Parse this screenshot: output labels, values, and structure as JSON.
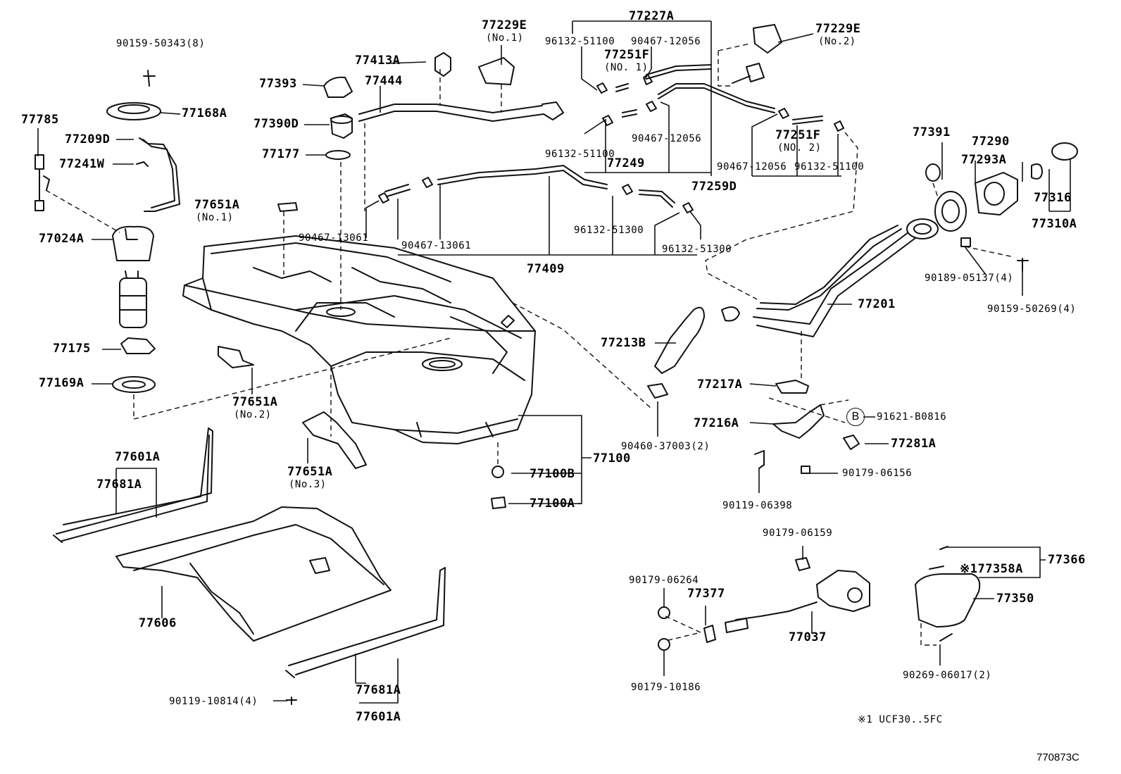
{
  "diagram_id": "770873C",
  "footnote": "※1 UCF30..5FC",
  "circle_marker": "B",
  "parts": {
    "p90159_50343": "90159-50343(8)",
    "p77168A": "77168A",
    "p77785": "77785",
    "p77209D": "77209D",
    "p77241W": "77241W",
    "p77024A": "77024A",
    "p77175": "77175",
    "p77169A": "77169A",
    "p77393": "77393",
    "p77390D": "77390D",
    "p77177": "77177",
    "p77444": "77444",
    "p77413A": "77413A",
    "p77229E_1": "77229E",
    "p77229E_1_sub": "(No.1)",
    "p77227A": "77227A",
    "p96132_51100_a": "96132-51100",
    "p90467_12056_a": "90467-12056",
    "p77251F_1": "77251F",
    "p77251F_1_sub": "(NO. 1)",
    "p77229E_2": "77229E",
    "p77229E_2_sub": "(No.2)",
    "p90467_12056_b": "90467-12056",
    "p96132_51100_b": "96132-51100",
    "p77249": "77249",
    "p77251F_2": "77251F",
    "p77251F_2_sub": "(NO. 2)",
    "p90467_12056_c": "90467-12056",
    "p96132_51100_c": "96132-51100",
    "p77259D": "77259D",
    "p77651A_1": "77651A",
    "p77651A_1_sub": "(No.1)",
    "p90467_13061_a": "90467-13061",
    "p90467_13061_b": "90467-13061",
    "p96132_51300_a": "96132-51300",
    "p96132_51300_b": "96132-51300",
    "p77409": "77409",
    "p77391": "77391",
    "p77290": "77290",
    "p77293A": "77293A",
    "p77316": "77316",
    "p77310A": "77310A",
    "p90189_05137": "90189-05137(4)",
    "p90159_50269": "90159-50269(4)",
    "p77201": "77201",
    "p77213B": "77213B",
    "p77217A": "77217A",
    "p91621_B0816": "91621-B0816",
    "p77216A": "77216A",
    "p77281A": "77281A",
    "p90460_37003": "90460-37003(2)",
    "p90179_06156": "90179-06156",
    "p90119_06398": "90119-06398",
    "p77651A_2": "77651A",
    "p77651A_2_sub": "(No.2)",
    "p77651A_3": "77651A",
    "p77651A_3_sub": "(No.3)",
    "p77100": "77100",
    "p77100B": "77100B",
    "p77100A": "77100A",
    "p77601A_a": "77601A",
    "p77681A_a": "77681A",
    "p77606": "77606",
    "p77681A_b": "77681A",
    "p77601A_b": "77601A",
    "p90119_10814": "90119-10814(4)",
    "p90179_06159": "90179-06159",
    "p90179_06264": "90179-06264",
    "p77377": "77377",
    "p77037": "77037",
    "p90179_10186": "90179-10186",
    "p77366": "77366",
    "p77358A": "※177358A",
    "p77350": "77350",
    "p90269_06017": "90269-06017(2)"
  }
}
